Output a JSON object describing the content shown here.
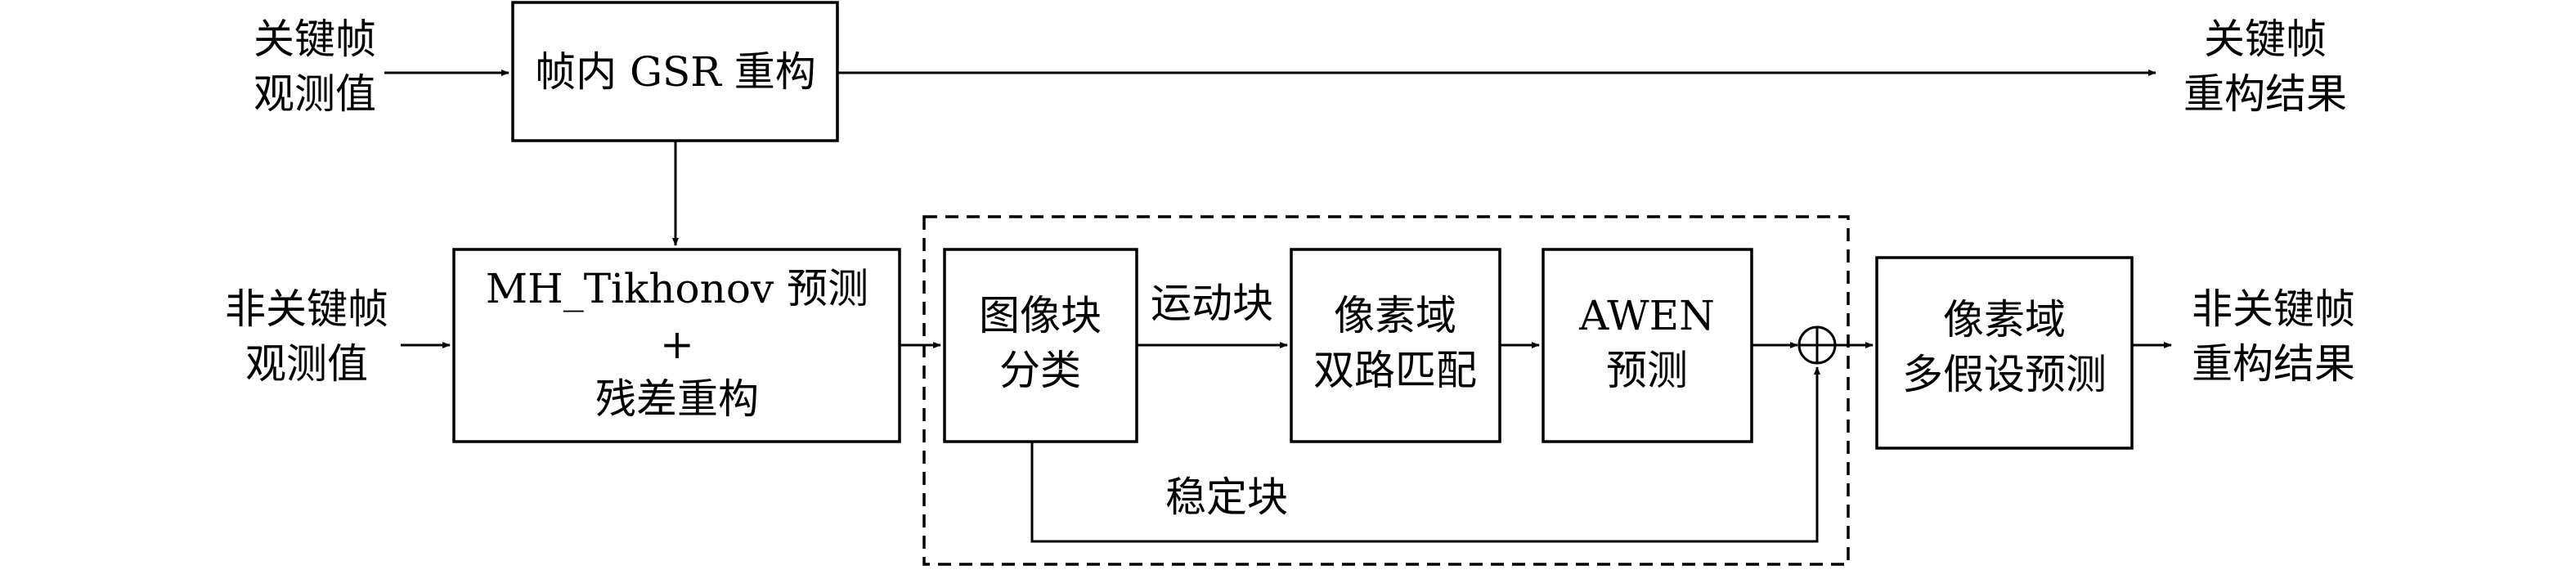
{
  "inputs": {
    "key_frame_obs": [
      "关键帧",
      "观测值"
    ],
    "non_key_frame_obs": [
      "非关键帧",
      "观测值"
    ]
  },
  "outputs": {
    "key_frame_result": [
      "关键帧",
      "重构结果"
    ],
    "non_key_frame_result": [
      "非关键帧",
      "重构结果"
    ]
  },
  "blocks": {
    "intra_gsr": "帧内 GSR 重构",
    "mh_tikhonov": [
      "MH_Tikhonov 预测",
      "+",
      "残差重构"
    ],
    "block_classify": [
      "图像块",
      "分类"
    ],
    "pixel_dual_match": [
      "像素域",
      "双路匹配"
    ],
    "awen_predict": [
      "AWEN",
      "预测"
    ],
    "pixel_multi_hypothesis": [
      "像素域",
      "多假设预测"
    ]
  },
  "edge_labels": {
    "motion_block": "运动块",
    "stable_block": "稳定块"
  },
  "symbols": {
    "sum_junction": "circle-plus-icon"
  }
}
